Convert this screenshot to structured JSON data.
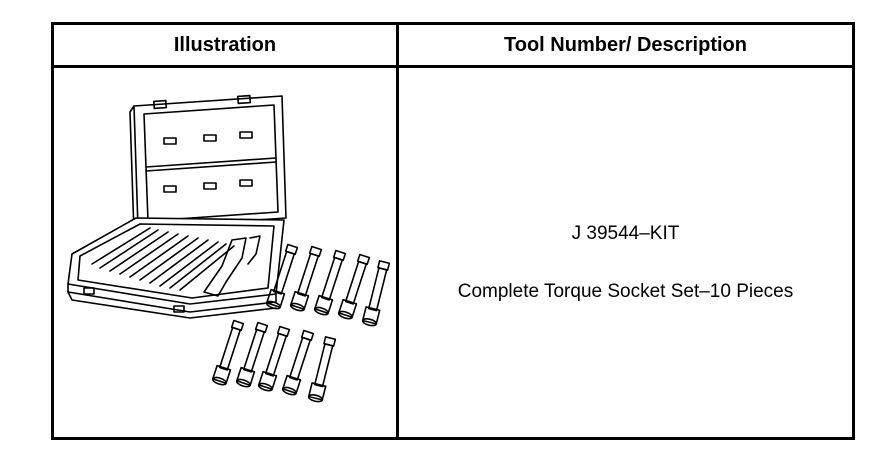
{
  "table": {
    "headers": {
      "illustration": "Illustration",
      "tool_number_description": "Tool Number/ Description"
    },
    "rows": [
      {
        "illustration_icon": "torque-socket-set-case-icon",
        "tool_number": "J 39544–KIT",
        "description": "Complete Torque Socket Set–10 Pieces"
      }
    ]
  }
}
